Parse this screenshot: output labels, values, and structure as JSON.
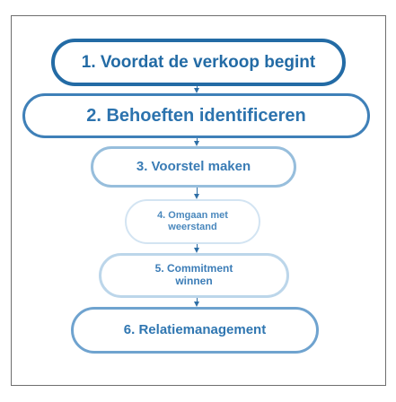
{
  "steps": [
    {
      "label": "1. Voordat de verkoop begint"
    },
    {
      "label": "2. Behoeften identificeren"
    },
    {
      "label": "3. Voorstel maken"
    },
    {
      "label": "4. Omgaan met weerstand"
    },
    {
      "label": "5. Commitment winnen"
    },
    {
      "label": "6. Relatiemanagement"
    }
  ],
  "colors": {
    "border": "#6e6e6e",
    "primary_blue": "#236ba5",
    "arrow": "#2f6fa6"
  }
}
